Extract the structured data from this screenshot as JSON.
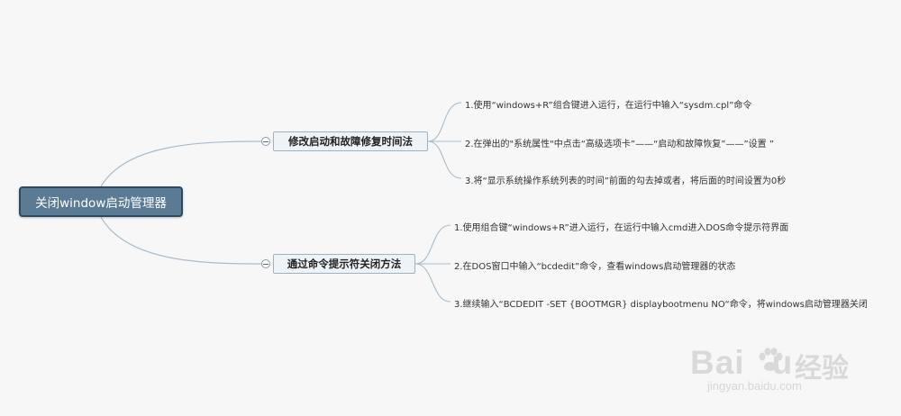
{
  "root": {
    "label": "关闭window启动管理器"
  },
  "branches": [
    {
      "label": "修改启动和故障修复时间法",
      "items": [
        "1.使用“windows+R”组合键进入运行，在运行中输入“sysdm.cpl”命令",
        "2.在弹出的\"系统属性\"中点击“高级选项卡”——“启动和故障恢复”——”设置 ”",
        "3.将“显示系统操作系统列表的时间”前面的勾去掉或者，将后面的时间设置为0秒"
      ]
    },
    {
      "label": "通过命令提示符关闭方法",
      "items": [
        "1.使用组合键“windows+R”进入运行，在运行中输入cmd进入DOS命令提示符界面",
        "2.在DOS窗口中输入“bcdedit”命令，查看windows启动管理器的状态",
        "3.继续输入“BCDEDIT -SET {BOOTMGR} displaybootmenu NO“命令，将windows启动管理器关闭"
      ]
    }
  ],
  "watermark": {
    "logo_text": "Bai",
    "logo_text_end": "u",
    "brand_cn": "经验",
    "url": "jingyan.baidu.com"
  },
  "colors": {
    "root_fill": "#5b7b94",
    "root_border": "#2d4a60",
    "branch_fill": "#eef3f8",
    "connector": "#a9bccb"
  }
}
